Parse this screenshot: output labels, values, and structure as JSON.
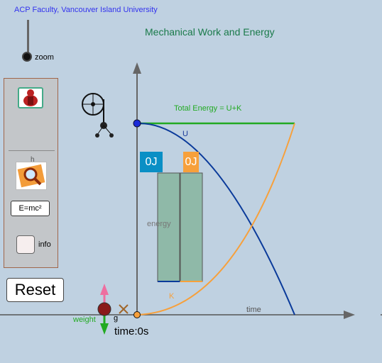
{
  "header": {
    "credit": "ACP Faculty, Vancouver Island University",
    "title": "Mechanical Work and Energy"
  },
  "zoom": {
    "label": "zoom"
  },
  "sidebar": {
    "h_label": "h",
    "emc_label": "E=mc²",
    "info_label": "info",
    "info_checked": false
  },
  "reset": {
    "label": "Reset"
  },
  "plot": {
    "total_label": "Total Energy = U+K",
    "u_label": "U",
    "k_label": "K",
    "energy_label": "energy",
    "time_axis_label": "time",
    "bar_u_value": "0J",
    "bar_k_value": "0J",
    "weight_label": "weight",
    "g_label": "g",
    "time_readout": "time:0s"
  },
  "colors": {
    "total": "#22aa22",
    "potential": "#0a3a9a",
    "kinetic": "#f7a03b",
    "bar": "#8fb9a8",
    "background": "#bfd1e1"
  },
  "icons": [
    "zoom-slider-icon",
    "pulley-icon",
    "person-icon",
    "magnify-icon",
    "ball-icon",
    "weight-arrow-icon"
  ]
}
